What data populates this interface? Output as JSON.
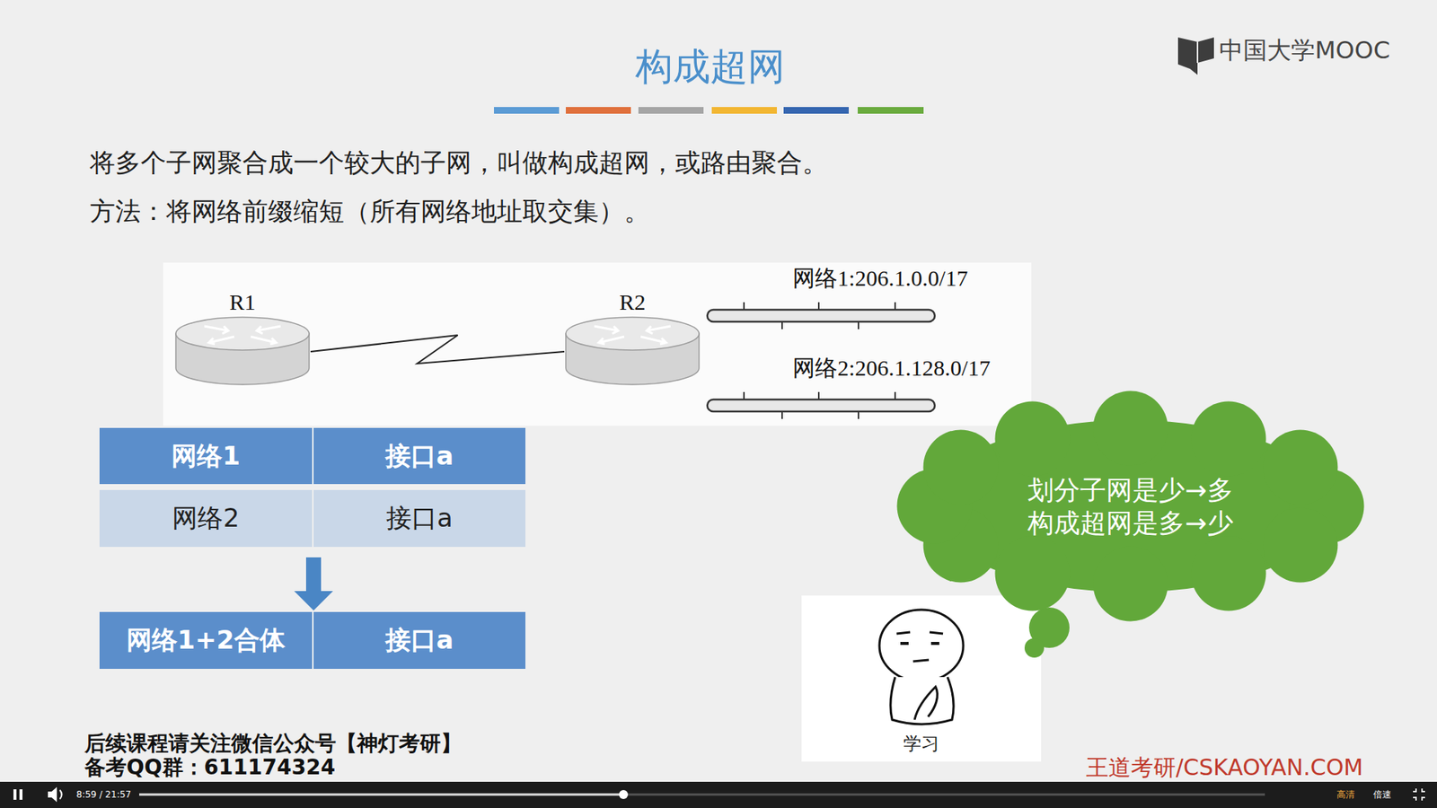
{
  "diagram": {
    "title": "构成超网",
    "nodes": [
      {
        "text": [
          "R1"
        ]
      },
      {
        "text": [
          "R2"
        ]
      },
      {
        "text": [
          "网络1:206.1.0.0/17"
        ]
      },
      {
        "text": [
          "网络2:206.1.128.0/17"
        ]
      },
      {
        "text": [
          "划分子网是少→多",
          "构成超网是多→少"
        ]
      }
    ],
    "edges": [
      {
        "from": 0,
        "to": 1,
        "arrow": "none"
      }
    ],
    "labels": [
      "中国大学MOOC",
      "将多个子网聚合成一个较大的子网，叫做构成超网，或路由聚合。",
      "方法：将网络前缀缩短（所有网络地址取交集）。",
      "网络1",
      "接口a",
      "网络2",
      "接口a",
      "网络1+2合体",
      "接口a",
      "学习",
      "后续课程请关注微信公众号【神灯考研】",
      "备考QQ群：611174324",
      "王道考研/CSKAOYAN.COM",
      "8:59 / 21:57",
      "高清",
      "倍速"
    ]
  }
}
